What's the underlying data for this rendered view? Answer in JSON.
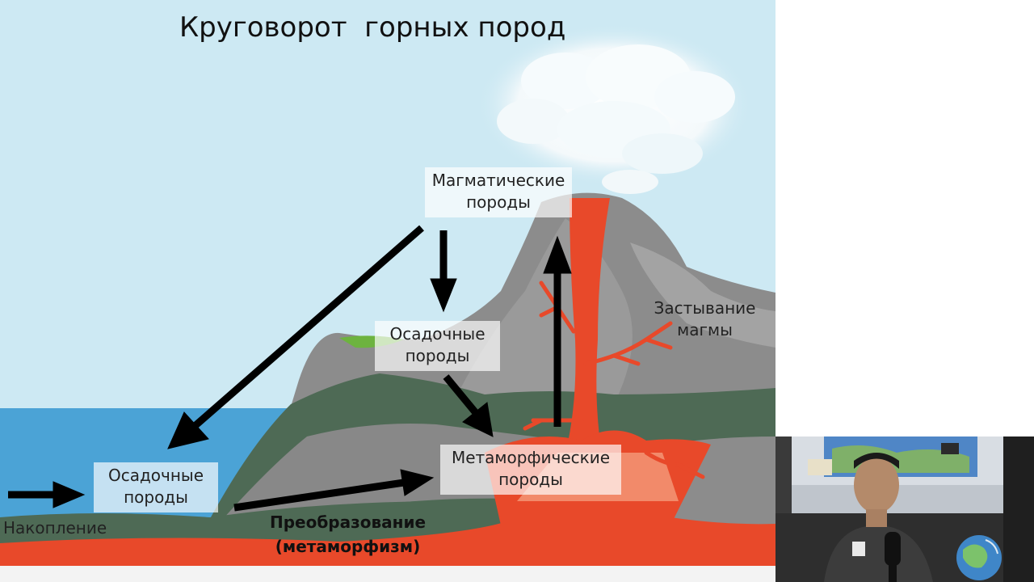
{
  "slide": {
    "title": "Круговорот  горных пород",
    "colors": {
      "sky": "#cde9f3",
      "sea": "#4ba3d6",
      "rock_gray": "#8c8c8c",
      "rock_green": "#4e6a55",
      "magma": "#e8492a",
      "arrow": "#000000"
    },
    "labels": {
      "igneous_line1": "Магматические",
      "igneous_line2": "породы",
      "sedimentary_top_line1": "Осадочные",
      "sedimentary_top_line2": "породы",
      "sedimentary_bottom_line1": "Осадочные",
      "sedimentary_bottom_line2": "породы",
      "metamorphic_line1": "Метаморфические",
      "metamorphic_line2": "породы",
      "magma_solidification_line1": "Застывание",
      "magma_solidification_line2": "магмы",
      "accumulation": "Накопление",
      "transformation_line1": "Преобразование",
      "transformation_line2": "(метаморфизм)"
    }
  },
  "webcam": {
    "description_icon": "presenter-video-icon"
  }
}
